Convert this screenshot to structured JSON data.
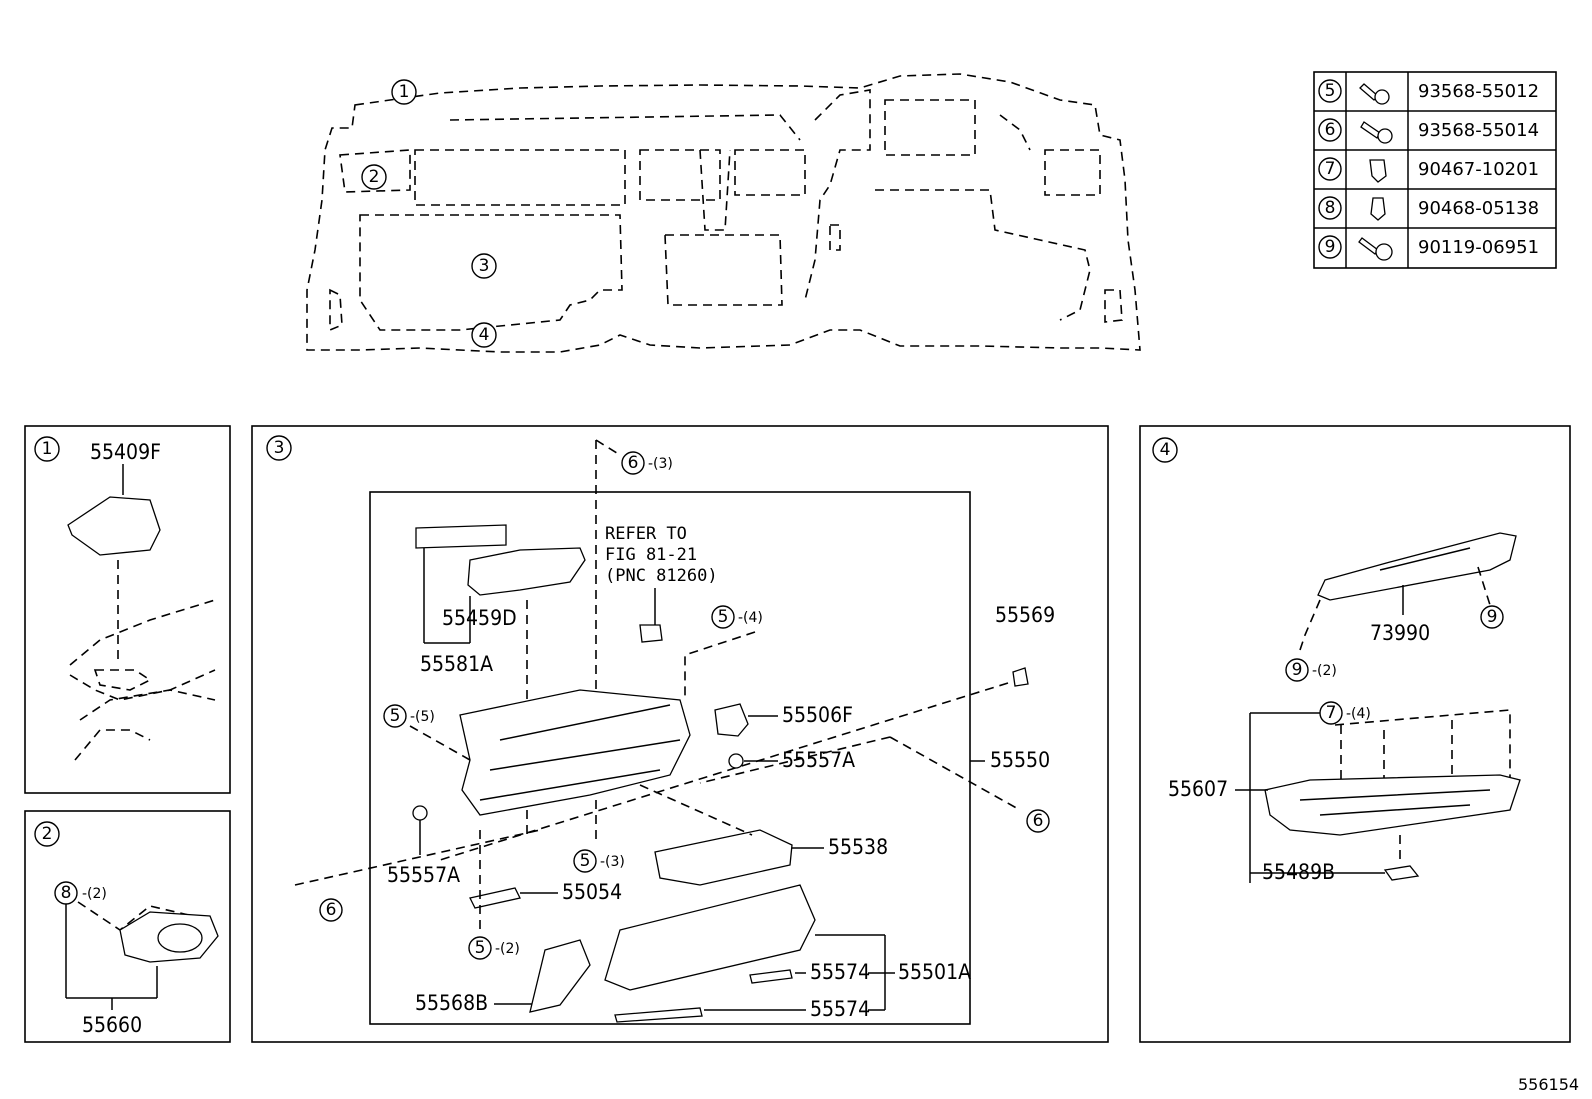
{
  "diagram_id": "556154",
  "fastener_table": [
    {
      "index": "5",
      "icon": "bolt-washer-icon",
      "part_number": "93568-55012"
    },
    {
      "index": "6",
      "icon": "bolt-washer-icon",
      "part_number": "93568-55014"
    },
    {
      "index": "7",
      "icon": "clip-icon",
      "part_number": "90467-10201"
    },
    {
      "index": "8",
      "icon": "clip-icon",
      "part_number": "90468-05138"
    },
    {
      "index": "9",
      "icon": "screw-icon",
      "part_number": "90119-06951"
    }
  ],
  "overview_callouts": [
    "1",
    "2",
    "3",
    "4"
  ],
  "panel1": {
    "index": "1",
    "parts": [
      "55409F"
    ]
  },
  "panel2": {
    "index": "2",
    "parts": [
      "55660"
    ],
    "callouts": [
      {
        "index": "8",
        "qty": "-(2)"
      }
    ]
  },
  "panel3": {
    "index": "3",
    "refer_note": [
      "REFER TO",
      "FIG 81-21",
      "(PNC 81260)"
    ],
    "parts": [
      "55459D",
      "55581A",
      "55569",
      "55506F",
      "55557A",
      "55550",
      "55557A",
      "55538",
      "55054",
      "55574",
      "55501A",
      "55568B",
      "55574"
    ],
    "callouts": [
      {
        "index": "6",
        "qty": "-(3)"
      },
      {
        "index": "5",
        "qty": "-(4)"
      },
      {
        "index": "5",
        "qty": "-(5)"
      },
      {
        "index": "6",
        "qty": ""
      },
      {
        "index": "5",
        "qty": "-(3)"
      },
      {
        "index": "6",
        "qty": ""
      },
      {
        "index": "5",
        "qty": "-(2)"
      }
    ]
  },
  "panel4": {
    "index": "4",
    "parts": [
      "73990",
      "55607",
      "55489B"
    ],
    "callouts": [
      {
        "index": "9",
        "qty": ""
      },
      {
        "index": "9",
        "qty": "-(2)"
      },
      {
        "index": "7",
        "qty": "-(4)"
      }
    ]
  }
}
